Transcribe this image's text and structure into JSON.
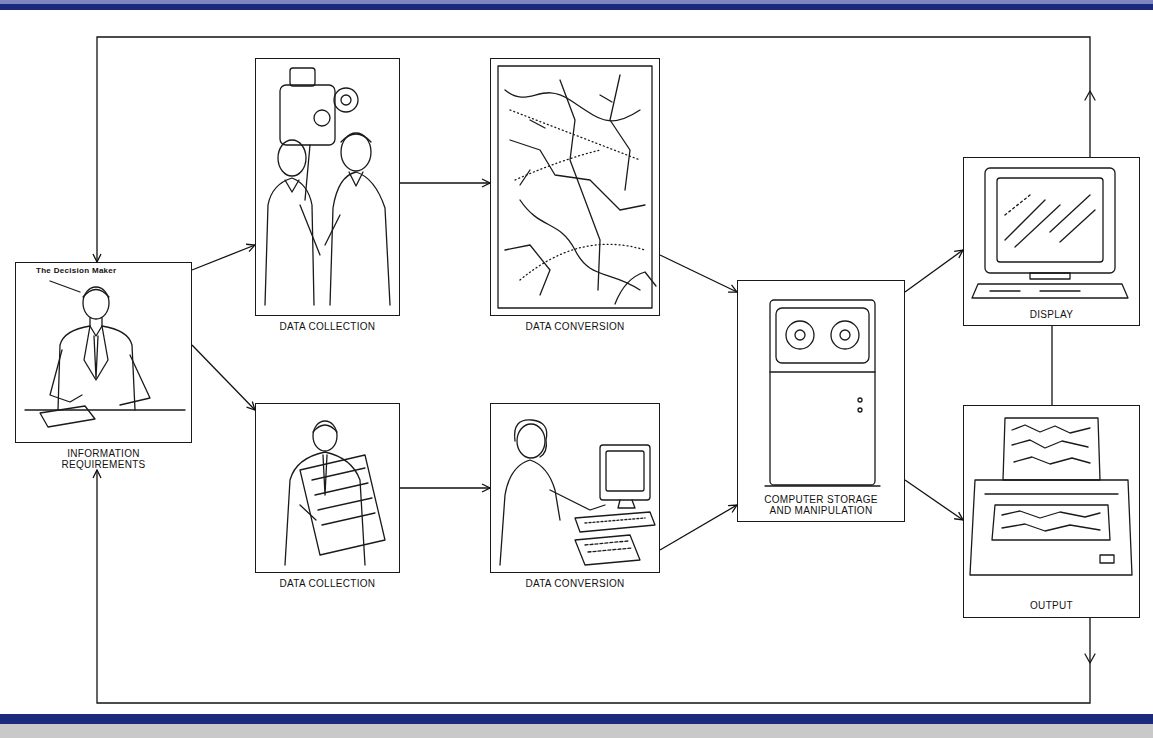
{
  "diagram": {
    "nodes": [
      {
        "text": [
          "The Decision Maker",
          "INFORMATION REQUIREMENTS"
        ]
      },
      {
        "text": [
          "DATA COLLECTION"
        ]
      },
      {
        "text": [
          "DATA CONVERSION"
        ]
      },
      {
        "text": [
          "DATA COLLECTION"
        ]
      },
      {
        "text": [
          "DATA CONVERSION"
        ]
      },
      {
        "text": [
          "COMPUTER STORAGE AND MANIPULATION"
        ]
      },
      {
        "text": [
          "DISPLAY"
        ]
      },
      {
        "text": [
          "OUTPUT"
        ]
      }
    ],
    "edges": [
      {
        "from": 0,
        "to": 1,
        "arrow": "to"
      },
      {
        "from": 0,
        "to": 3,
        "arrow": "to"
      },
      {
        "from": 1,
        "to": 2,
        "arrow": "to"
      },
      {
        "from": 3,
        "to": 4,
        "arrow": "to"
      },
      {
        "from": 2,
        "to": 5,
        "arrow": "to"
      },
      {
        "from": 4,
        "to": 5,
        "arrow": "to"
      },
      {
        "from": 5,
        "to": 6,
        "arrow": "to"
      },
      {
        "from": 5,
        "to": 7,
        "arrow": "to"
      },
      {
        "from": 6,
        "to": 7,
        "arrow": "none"
      },
      {
        "from": 6,
        "to": 0,
        "arrow": "to"
      },
      {
        "from": 7,
        "to": 0,
        "arrow": "to"
      }
    ]
  }
}
